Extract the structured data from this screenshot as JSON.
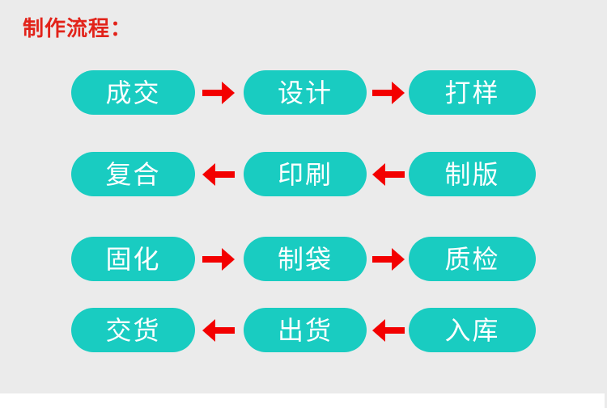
{
  "title": {
    "text": "制作流程："
  },
  "colors": {
    "background": "#ebebeb",
    "panel_white": "#ffffff",
    "step_teal": "#19ccc1",
    "step_text": "#ffffff",
    "arrow_red": "#f30000",
    "title_red": "#e2231a"
  },
  "flow": {
    "rows": [
      {
        "direction": "right",
        "steps": [
          "成交",
          "设计",
          "打样"
        ]
      },
      {
        "direction": "left",
        "steps": [
          "复合",
          "印刷",
          "制版"
        ]
      },
      {
        "direction": "right",
        "steps": [
          "固化",
          "制袋",
          "质检"
        ]
      },
      {
        "direction": "left",
        "steps": [
          "交货",
          "出货",
          "入库"
        ]
      }
    ]
  }
}
